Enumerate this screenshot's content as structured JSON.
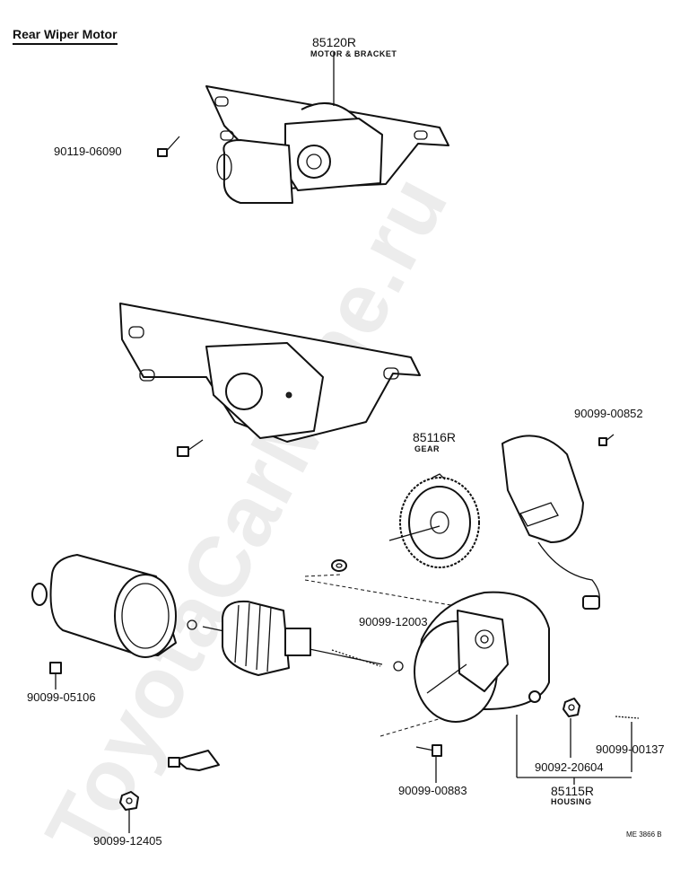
{
  "title": "Rear Wiper Motor",
  "watermark": "ToyotaCarMine.ru",
  "diagram_code": "ME 3866 B",
  "parts": {
    "motor_bracket": {
      "number": "85120R",
      "name": "MOTOR & BRACKET"
    },
    "bolt_top": {
      "number": "90119-06090"
    },
    "gear": {
      "number": "85116R",
      "name": "GEAR"
    },
    "screw_cover": {
      "number": "90099-00852"
    },
    "washer": {
      "number": "90099-12003"
    },
    "clip": {
      "number": "90099-05106"
    },
    "screw_housing": {
      "number": "90099-00883"
    },
    "nut_housing": {
      "number": "90092-20604"
    },
    "stud": {
      "number": "90099-00137"
    },
    "housing": {
      "number": "85115R",
      "name": "HOUSING"
    },
    "nut_bottom": {
      "number": "90099-12405"
    }
  }
}
